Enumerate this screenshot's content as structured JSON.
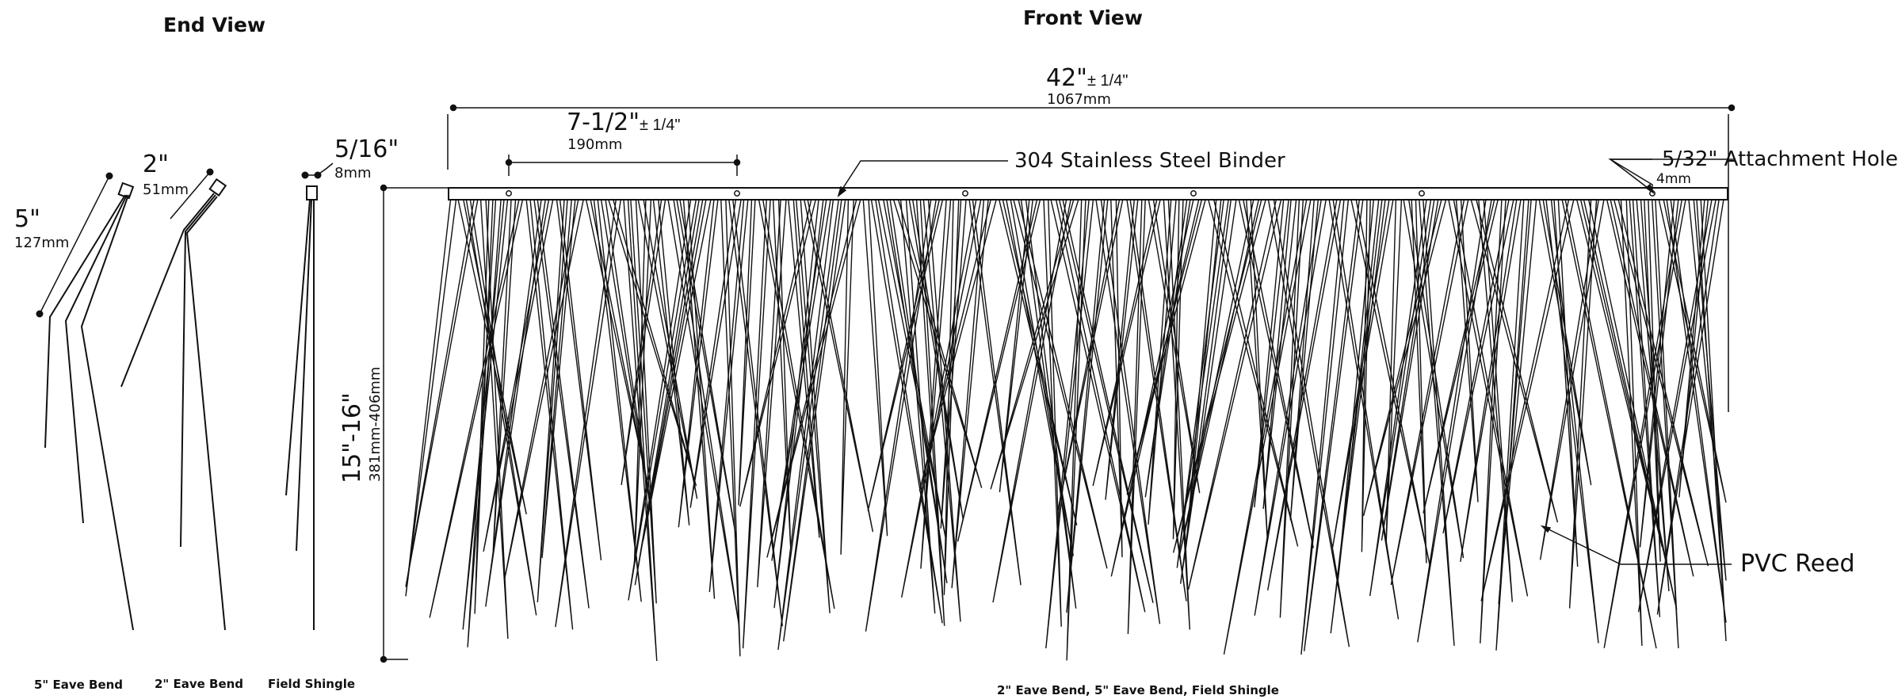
{
  "headings": {
    "end_view": "End View",
    "front_view": "Front View"
  },
  "end_view": {
    "eave5": {
      "caption": "5\" Eave Bend",
      "dim": "5\"",
      "dim_mm": "127mm"
    },
    "eave2": {
      "caption": "2\" Eave Bend",
      "dim": "2\"",
      "dim_mm": "51mm"
    },
    "field": {
      "caption": "Field Shingle",
      "dim": "5/16\"",
      "dim_mm": "8mm"
    }
  },
  "front_view": {
    "caption": "2\" Eave Bend, 5\" Eave Bend, Field Shingle",
    "width": {
      "value": "42\"",
      "tolerance": "± 1/4\"",
      "mm": "1067mm"
    },
    "spacing": {
      "value": "7-1/2\"",
      "tolerance": "± 1/4\"",
      "mm": "190mm"
    },
    "height": {
      "value": "15\"-16\"",
      "mm": "381mm-406mm"
    },
    "callouts": {
      "binder": "304 Stainless Steel Binder",
      "hole": "5/32\" Attachment Hole",
      "hole_mm": "4mm",
      "reed": "PVC Reed"
    }
  },
  "colors": {
    "line": "#111111",
    "background": "#ffffff"
  }
}
